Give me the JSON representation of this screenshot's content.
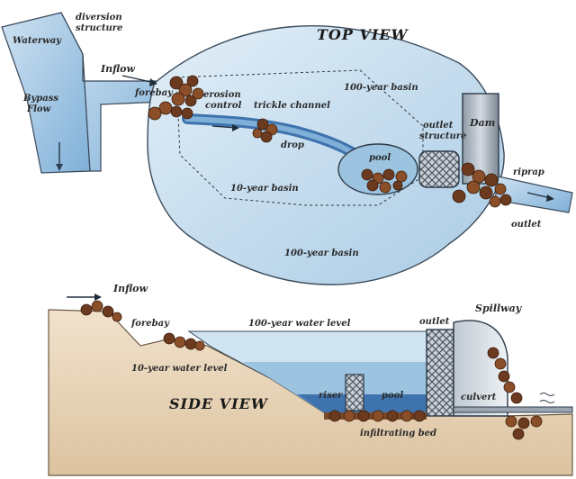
{
  "titles": {
    "top_view": "TOP VIEW",
    "side_view": "SIDE VIEW"
  },
  "top_labels": {
    "diversion_line1": "diversion",
    "diversion_line2": "structure",
    "waterway": "Waterway",
    "bypass_line1": "Bypass",
    "bypass_line2": "Flow",
    "inflow": "Inflow",
    "forebay": "forebay",
    "erosion_line1": "erosion",
    "erosion_line2": "control",
    "trickle_channel": "trickle channel",
    "drop": "drop",
    "basin_100_top": "100-year basin",
    "basin_10": "10-year basin",
    "basin_100_bottom": "100-year basin",
    "pool": "pool",
    "outlet_struct_line1": "outlet",
    "outlet_struct_line2": "structure",
    "dam": "Dam",
    "riprap": "riprap",
    "outlet": "outlet"
  },
  "side_labels": {
    "inflow": "Inflow",
    "forebay": "forebay",
    "water_level_100": "100-year water level",
    "water_level_10": "10-year water level",
    "outlet": "outlet",
    "spillway": "Spillway",
    "riser": "riser",
    "pool": "pool",
    "culvert": "culvert",
    "infiltrating_bed": "infiltrating bed"
  },
  "colors": {
    "water_light": "#cfe3f1",
    "water_mid": "#9cc3e0",
    "water_deep": "#3f73ad",
    "ground": "#ead7bd",
    "rock": "#6b3a1f"
  }
}
